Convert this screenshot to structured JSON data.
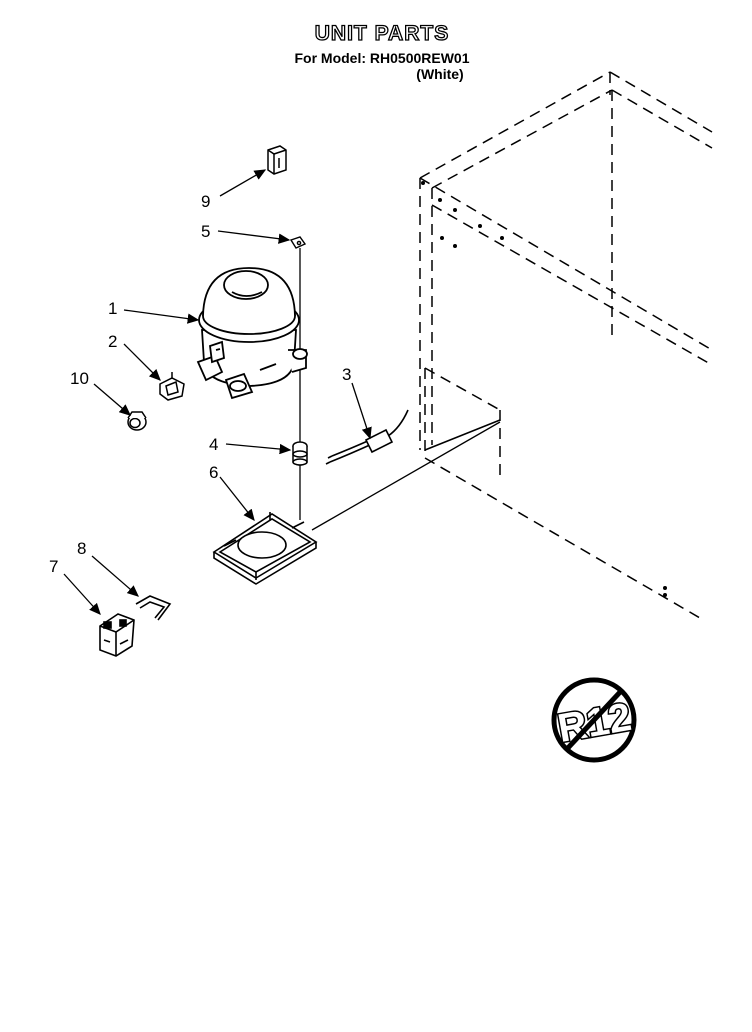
{
  "header": {
    "title": "UNIT PARTS",
    "model_line": "For Model: RH0500REW01",
    "color_line": "(White)"
  },
  "parts": [
    {
      "number": "1",
      "icon": "compressor-icon"
    },
    {
      "number": "2",
      "icon": "overload-protector-icon"
    },
    {
      "number": "3",
      "icon": "drier-tube-icon"
    },
    {
      "number": "4",
      "icon": "grommet-icon"
    },
    {
      "number": "5",
      "icon": "mounting-clip-icon"
    },
    {
      "number": "6",
      "icon": "base-plate-icon"
    },
    {
      "number": "7",
      "icon": "relay-icon"
    },
    {
      "number": "8",
      "icon": "retainer-clip-icon"
    },
    {
      "number": "9",
      "icon": "terminal-cover-icon"
    },
    {
      "number": "10",
      "icon": "cover-nut-icon"
    }
  ],
  "badge": {
    "text": "R12",
    "icon": "no-r12-symbol-icon"
  }
}
